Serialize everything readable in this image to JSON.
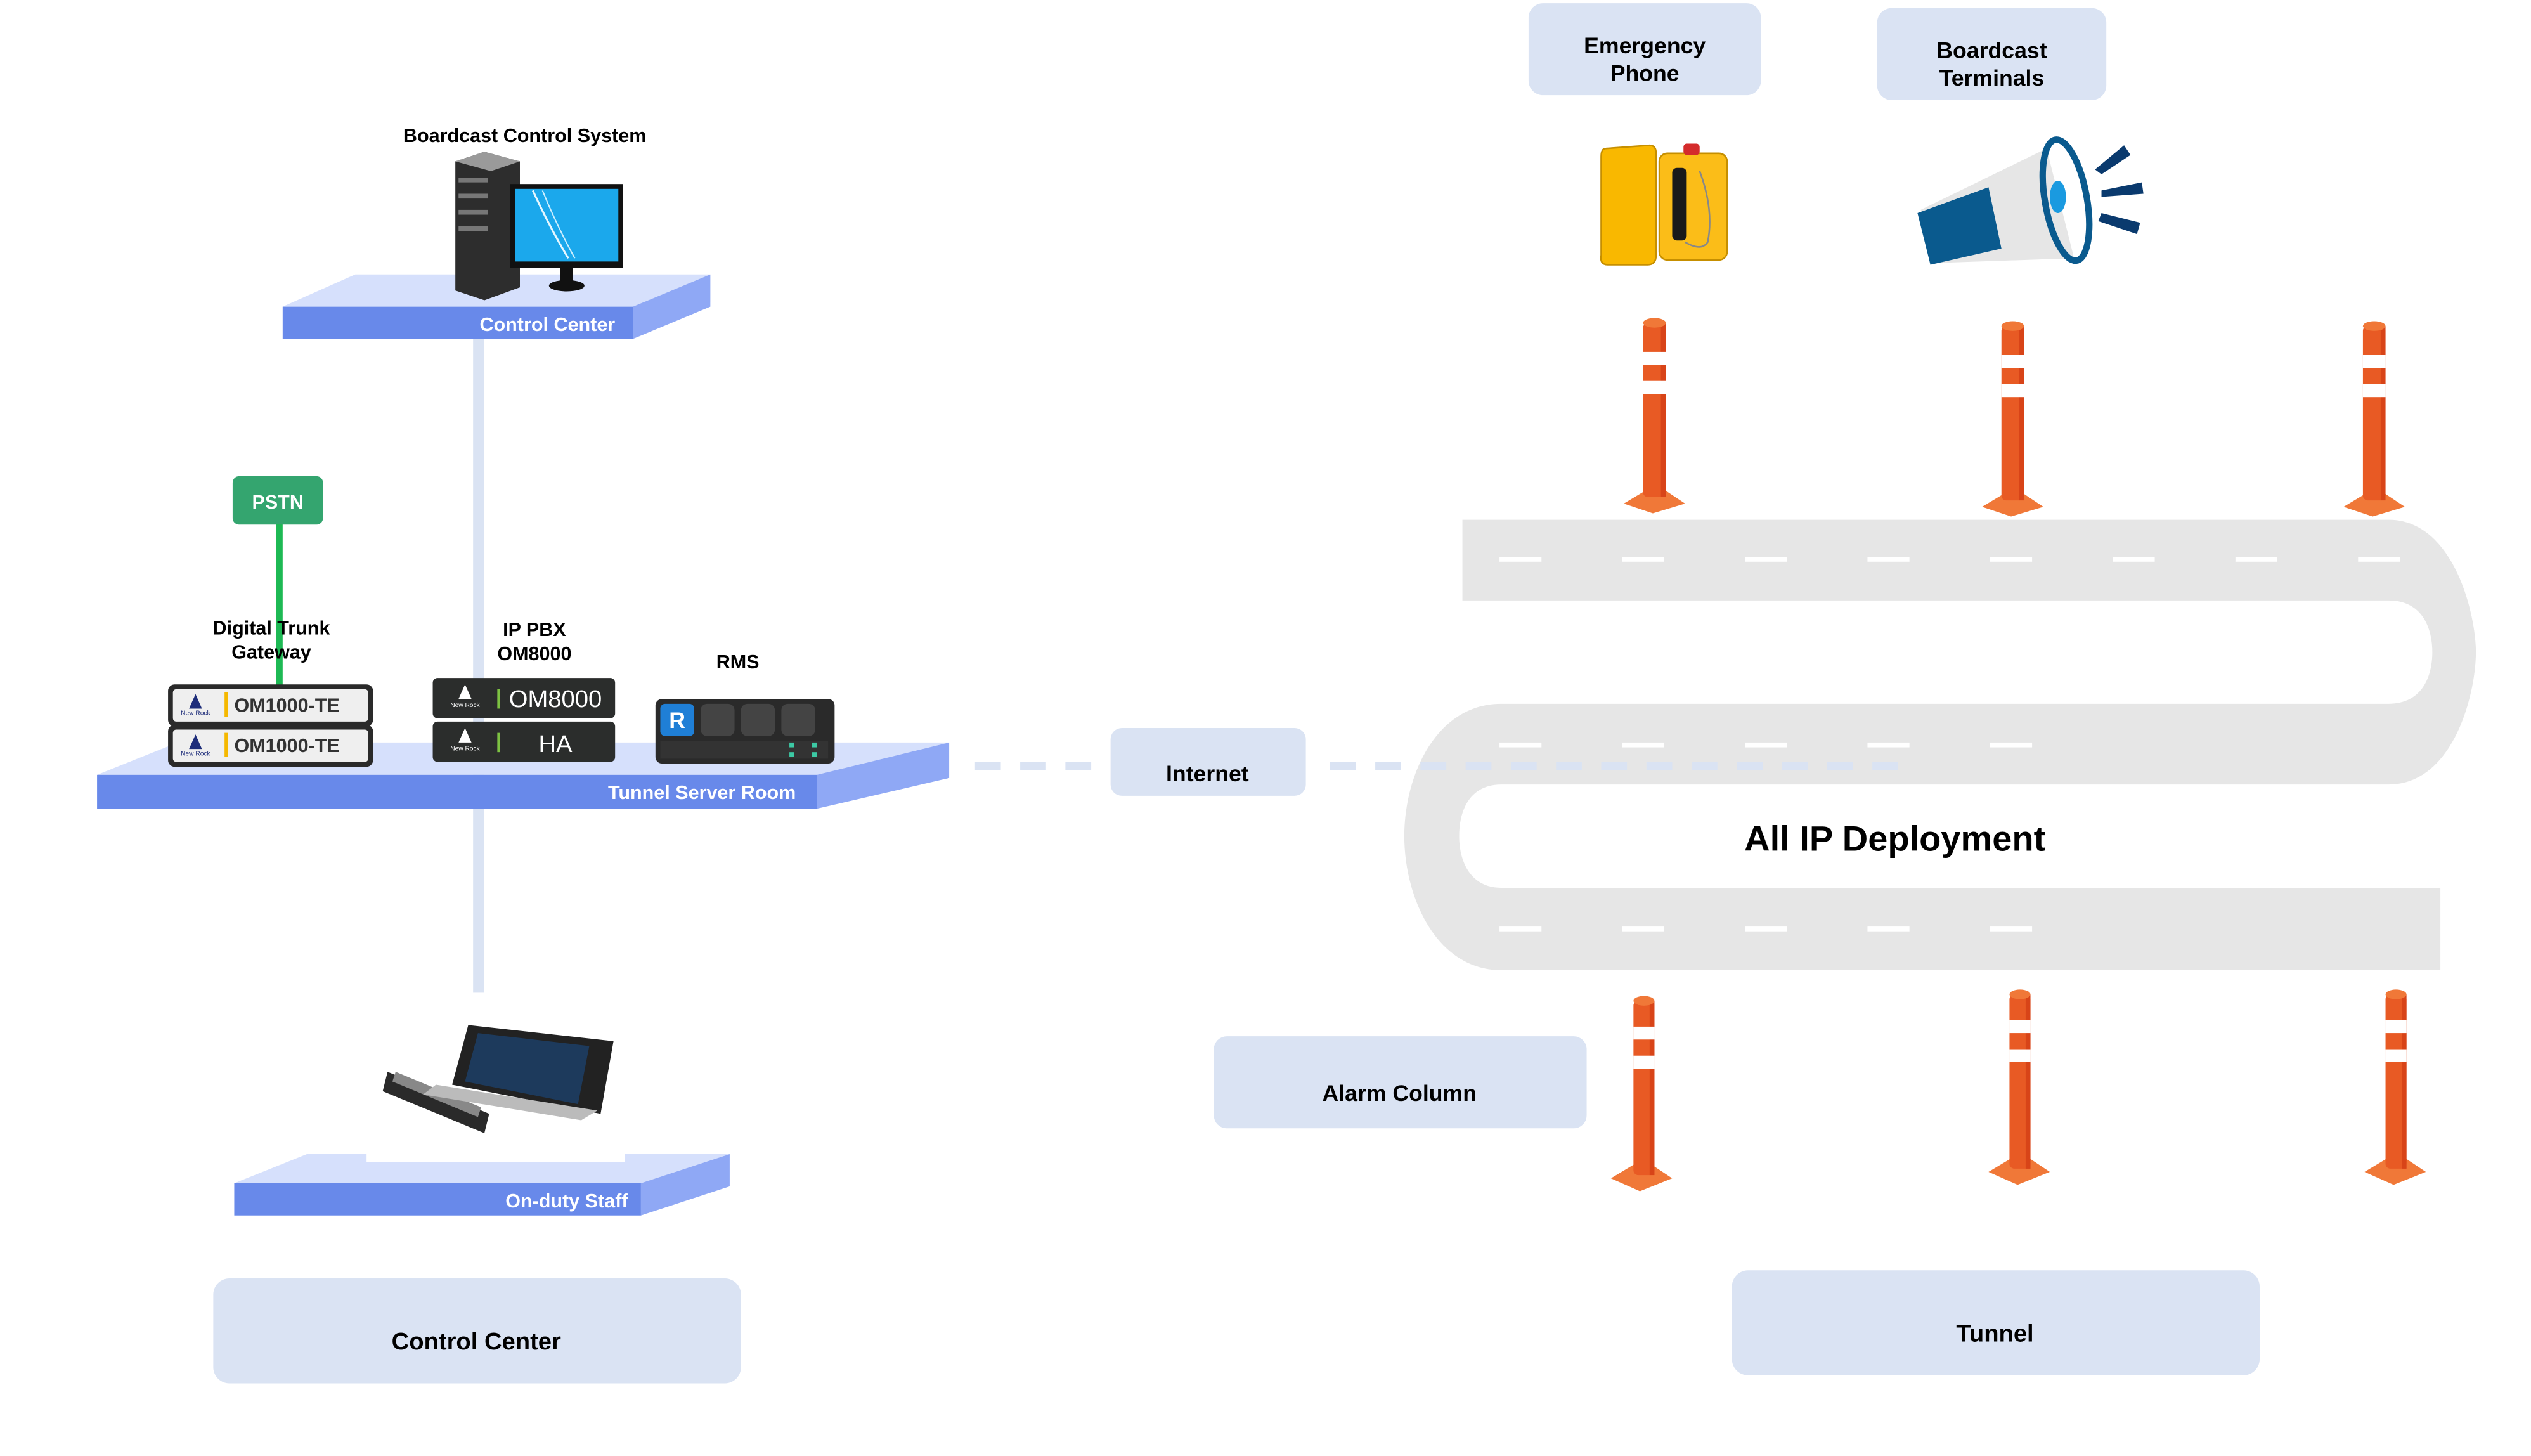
{
  "colors": {
    "platform_front": "#6889ea",
    "platform_top": "#d6e0fc",
    "platform_side": "#8fa8f5",
    "label_box": "#dae3f3",
    "pstn": "#34a56f",
    "pstn_line": "#1db954",
    "connector": "#dae3f3",
    "road": "#e6e6e6",
    "bollard": "#e85a24",
    "bollard_dark": "#d84418",
    "bollard_light": "#f07838"
  },
  "control_center": {
    "system_label": "Boardcast Control System",
    "platform_label": "Control  Center"
  },
  "server_room": {
    "platform_label": "Tunnel Server Room",
    "pstn_label": "PSTN",
    "gateway_label_line1": "Digital Trunk",
    "gateway_label_line2": "Gateway",
    "gateway_devices": [
      {
        "brand": "New Rock",
        "model": "OM1000-TE"
      },
      {
        "brand": "New Rock",
        "model": "OM1000-TE"
      }
    ],
    "pbx_label_line1": "IP PBX",
    "pbx_label_line2": "OM8000",
    "pbx_devices": [
      {
        "brand": "New Rock",
        "model": "OM8000"
      },
      {
        "brand": "New Rock",
        "model": "HA"
      }
    ],
    "rms_label": "RMS",
    "rms_logo": "R"
  },
  "staff": {
    "platform_label": "On-duty Staff"
  },
  "bottom_left_label": "Control Center",
  "internet_label": "Internet",
  "tunnel": {
    "deployment_label": "All IP Deployment",
    "emergency_phone_line1": "Emergency",
    "emergency_phone_line2": "Phone",
    "broadcast_terminals_line1": "Boardcast",
    "broadcast_terminals_line2": "Terminals",
    "alarm_column_label": "Alarm Column",
    "tunnel_label": "Tunnel"
  }
}
